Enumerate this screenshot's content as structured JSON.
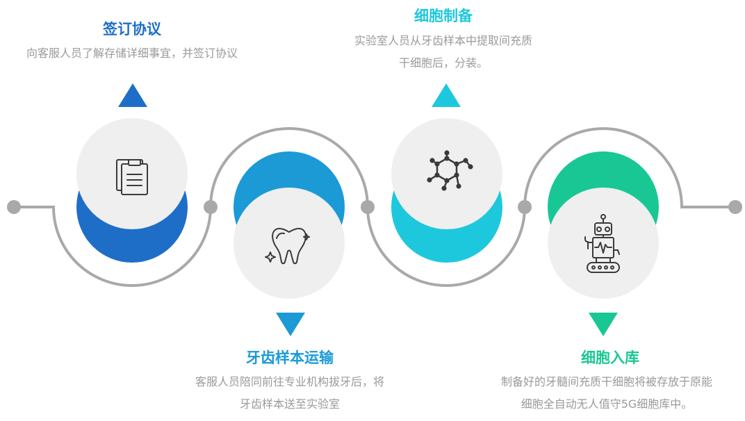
{
  "colors": {
    "track": "#a9a9a9",
    "inner_circle": "#efefef",
    "icon_stroke": "#3a3a3a"
  },
  "steps": [
    {
      "id": "contract",
      "title": "签订协议",
      "desc_lines": [
        "向客服人员了解存储详细事宜，并签订协议"
      ],
      "color": "#1e6ec8",
      "pointer": "up",
      "icon": "clipboard-icon"
    },
    {
      "id": "transport",
      "title": "牙齿样本运输",
      "desc_lines": [
        "客服人员陪同前往专业机构拔牙后，将",
        "牙齿样本送至实验室"
      ],
      "color": "#1b9ad6",
      "pointer": "down",
      "icon": "tooth-icon"
    },
    {
      "id": "preparation",
      "title": "细胞制备",
      "desc_lines": [
        "实验室人员从牙齿样本中提取间充质",
        "干细胞后，分装。"
      ],
      "color": "#1ec8dc",
      "pointer": "up",
      "icon": "molecule-icon"
    },
    {
      "id": "storage",
      "title": "细胞入库",
      "desc_lines": [
        "制备好的牙髓间充质干细胞将被存放于原能",
        "细胞全自动无人值守5G细胞库中。"
      ],
      "color": "#19c794",
      "pointer": "down",
      "icon": "robot-icon"
    }
  ]
}
